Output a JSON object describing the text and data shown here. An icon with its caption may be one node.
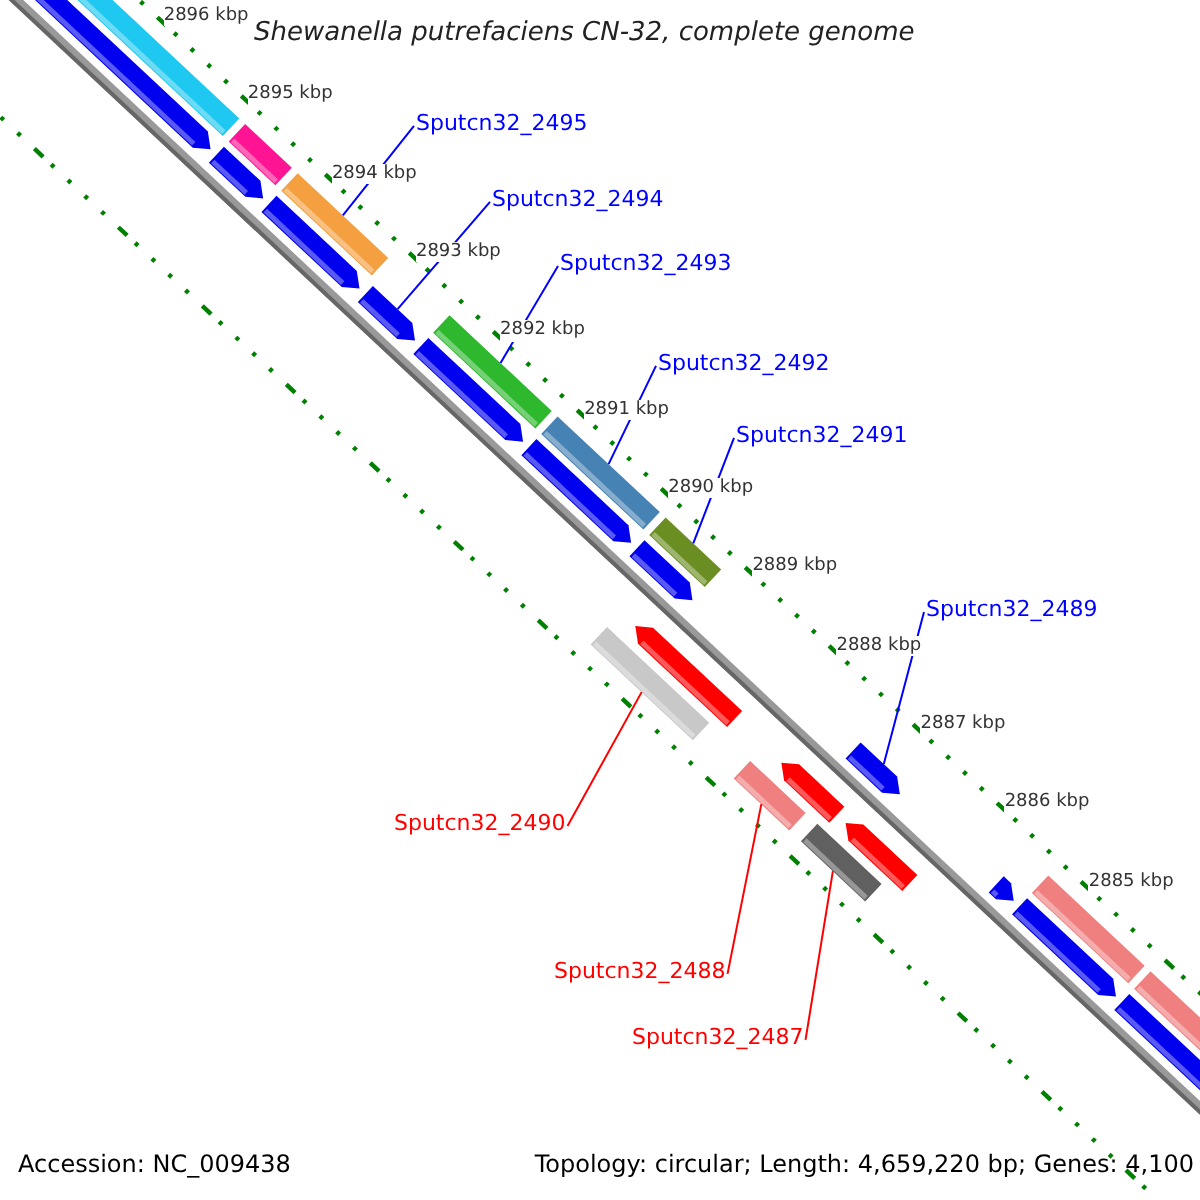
{
  "diagram": {
    "title": "Shewanella putrefaciens CN-32, complete genome",
    "nodes": [
      {
        "text": [
          "Sputcn32_2495"
        ]
      },
      {
        "text": [
          "Sputcn32_2494"
        ]
      },
      {
        "text": [
          "Sputcn32_2493"
        ]
      },
      {
        "text": [
          "Sputcn32_2492"
        ]
      },
      {
        "text": [
          "Sputcn32_2491"
        ]
      },
      {
        "text": [
          "Sputcn32_2489"
        ]
      },
      {
        "text": [
          "Sputcn32_2490"
        ]
      },
      {
        "text": [
          "Sputcn32_2488"
        ]
      },
      {
        "text": [
          "Sputcn32_2487"
        ]
      },
      {
        "text": [],
        "shape": "pentagon"
      },
      {
        "text": [],
        "shape": "bar"
      },
      {
        "text": [],
        "shape": "pentagon"
      },
      {
        "text": [],
        "shape": "bar"
      },
      {
        "text": [],
        "shape": "pentagon"
      },
      {
        "text": [],
        "shape": "bar"
      },
      {
        "text": [],
        "shape": "pentagon"
      },
      {
        "text": [],
        "shape": "pentagon"
      },
      {
        "text": [],
        "shape": "bar"
      },
      {
        "text": [],
        "shape": "pentagon"
      },
      {
        "text": [],
        "shape": "bar"
      },
      {
        "text": [],
        "shape": "pentagon"
      },
      {
        "text": [],
        "shape": "bar"
      },
      {
        "text": [],
        "shape": "bar"
      },
      {
        "text": [],
        "shape": "pentagon"
      },
      {
        "text": [],
        "shape": "bar"
      },
      {
        "text": [],
        "shape": "pentagon"
      },
      {
        "text": [],
        "shape": "pentagon"
      },
      {
        "text": [],
        "shape": "bar"
      },
      {
        "text": [],
        "shape": "pentagon"
      },
      {
        "text": [],
        "shape": "pentagon"
      },
      {
        "text": [],
        "shape": "pentagon"
      },
      {
        "text": [],
        "shape": "bar"
      },
      {
        "text": [],
        "shape": "pentagon"
      },
      {
        "text": [],
        "shape": "bar"
      }
    ],
    "edges": [
      {
        "from": 0,
        "to": 14,
        "arrow": "none"
      },
      {
        "from": 1,
        "to": 15,
        "arrow": "none"
      },
      {
        "from": 2,
        "to": 17,
        "arrow": "none"
      },
      {
        "from": 3,
        "to": 19,
        "arrow": "none"
      },
      {
        "from": 4,
        "to": 21,
        "arrow": "none"
      },
      {
        "from": 5,
        "to": 26,
        "arrow": "none"
      },
      {
        "from": 6,
        "to": 22,
        "arrow": "none",
        "color": "#ff0000"
      },
      {
        "from": 7,
        "to": 24,
        "arrow": "none",
        "color": "#ff0000"
      },
      {
        "from": 8,
        "to": 27,
        "arrow": "none",
        "color": "#ff0000"
      }
    ],
    "labels": [
      "2896 kbp",
      "2895 kbp",
      "2894 kbp",
      "2893 kbp",
      "2892 kbp",
      "2891 kbp",
      "2890 kbp",
      "2889 kbp",
      "2888 kbp",
      "2887 kbp",
      "2886 kbp",
      "2885 kbp",
      "Accession: NC_009438",
      "Topology: circular; Length: 4,659,220 bp; Genes: 4,100"
    ]
  }
}
